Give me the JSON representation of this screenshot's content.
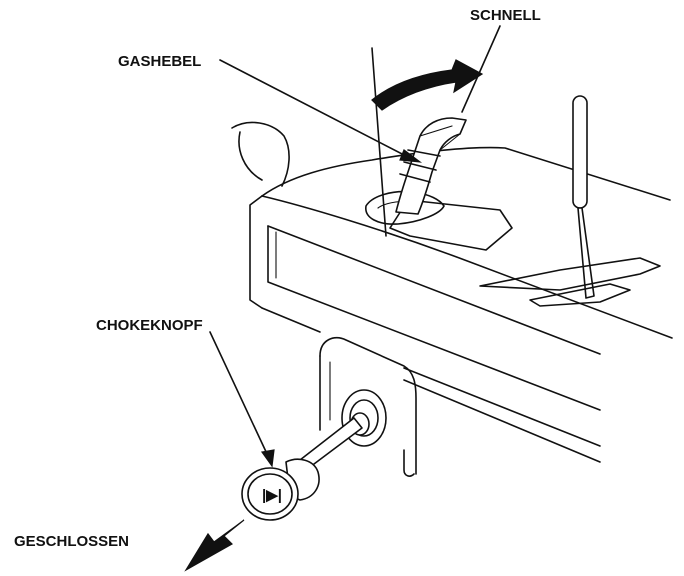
{
  "labels": {
    "schnell": "SCHNELL",
    "gashebel": "GASHEBEL",
    "chokeknopf": "CHOKEKNOPF",
    "geschlossen": "GESCHLOSSEN"
  },
  "choke_symbol": "|▶|",
  "colors": {
    "ink": "#111111",
    "paper": "#ffffff"
  }
}
